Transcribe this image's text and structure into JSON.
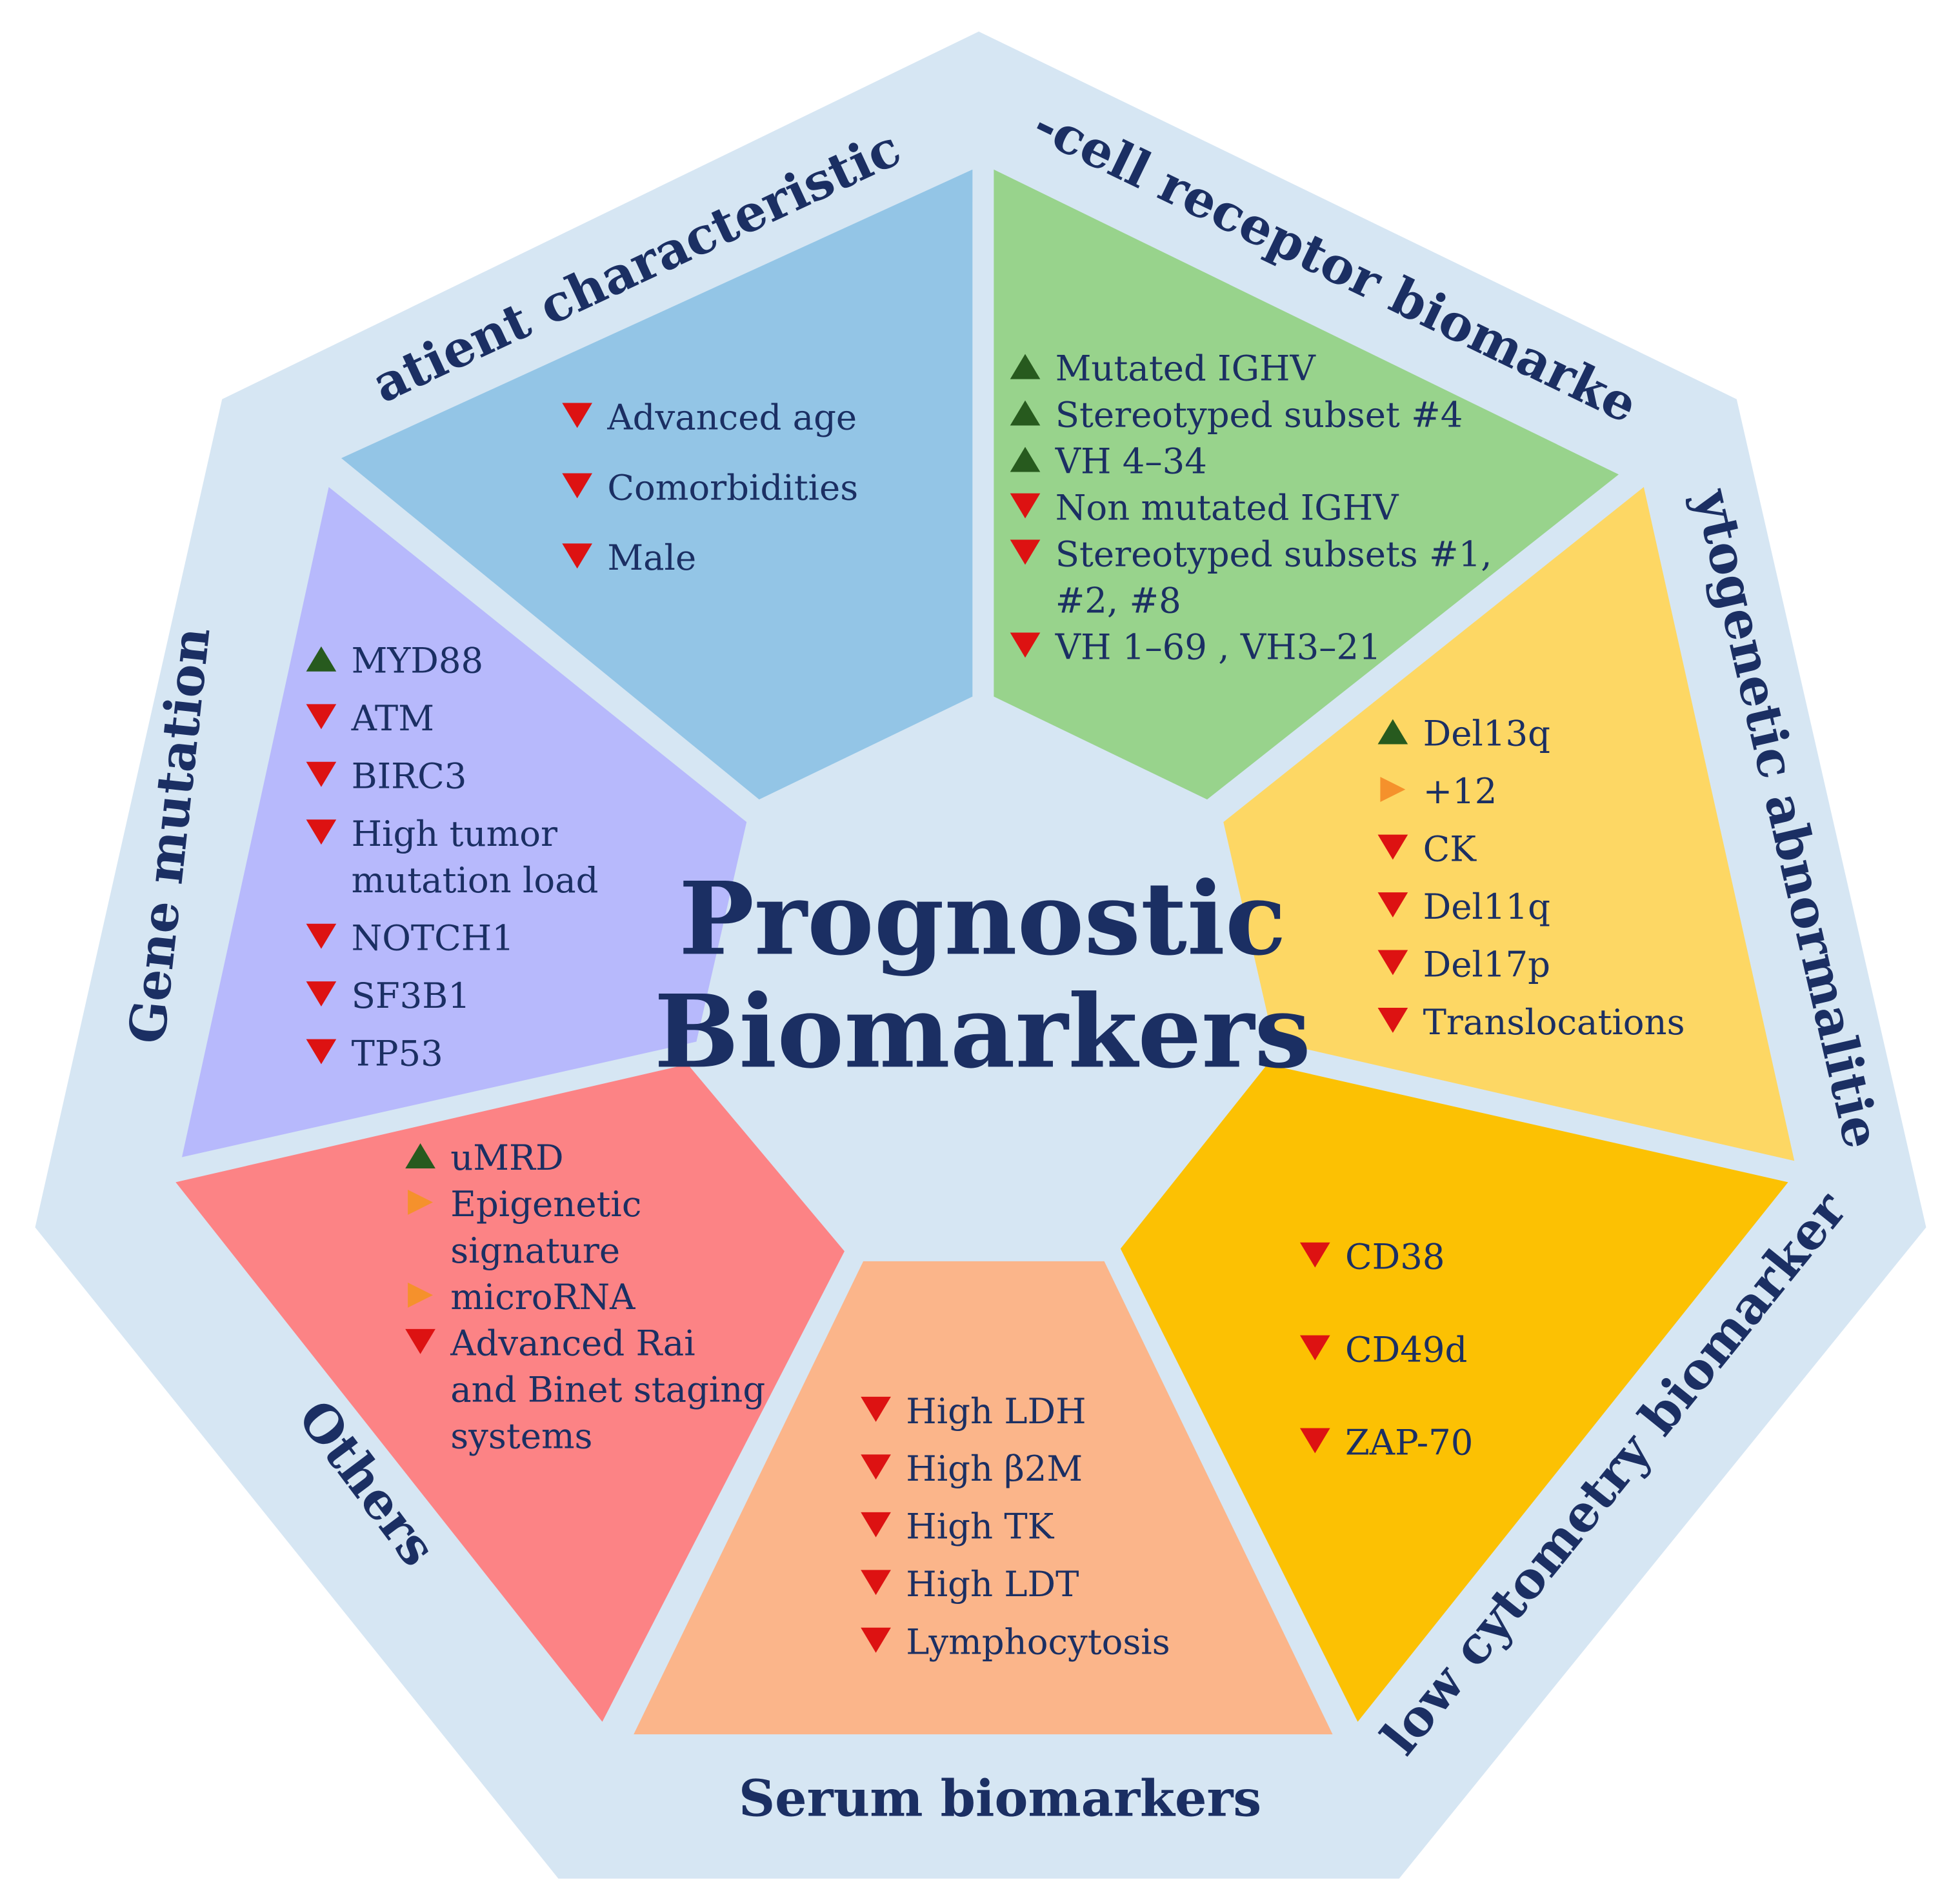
{
  "colors": {
    "outer_fill": "#d6e6f3",
    "text": "#1b2f63",
    "up": "#275a1e",
    "down": "#dd1212",
    "neutral": "#f5912c"
  },
  "center": {
    "line1": "Prognostic",
    "line2": "Biomarkers"
  },
  "categories": {
    "patient": {
      "title": "Patient characteristics",
      "color": "#93c5e6",
      "items": [
        {
          "dir": "down",
          "text": "Advanced age"
        },
        {
          "dir": "down",
          "text": "Comorbidities"
        },
        {
          "dir": "down",
          "text": "Male"
        }
      ]
    },
    "bcell": {
      "title": "B-cell receptor biomarkers",
      "color": "#98d38c",
      "items": [
        {
          "dir": "up",
          "text": "Mutated IGHV"
        },
        {
          "dir": "up",
          "text": "Stereotyped subset #4"
        },
        {
          "dir": "up",
          "text": "VH 4–34"
        },
        {
          "dir": "down",
          "text": "Non mutated IGHV"
        },
        {
          "dir": "down",
          "text": "Stereotyped subsets #1,",
          "cont": "#2, #8"
        },
        {
          "dir": "down",
          "text": "VH 1–69 , VH3–21"
        }
      ]
    },
    "cyto": {
      "title": "Cytogenetic abnormalities",
      "color": "#fdd764",
      "items": [
        {
          "dir": "up",
          "text": "Del13q"
        },
        {
          "dir": "neutral",
          "text": "+12"
        },
        {
          "dir": "down",
          "text": "CK"
        },
        {
          "dir": "down",
          "text": "Del11q"
        },
        {
          "dir": "down",
          "text": "Del17p"
        },
        {
          "dir": "down",
          "text": "Translocations"
        }
      ]
    },
    "flow": {
      "title": "Flow cytometry biomarkers",
      "color": "#fcc103",
      "items": [
        {
          "dir": "down",
          "text": "CD38"
        },
        {
          "dir": "down",
          "text": "CD49d"
        },
        {
          "dir": "down",
          "text": "ZAP-70"
        }
      ]
    },
    "serum": {
      "title": "Serum biomarkers",
      "color": "#fbb58a",
      "items": [
        {
          "dir": "down",
          "text": "High LDH"
        },
        {
          "dir": "down",
          "text": "High β2M"
        },
        {
          "dir": "down",
          "text": "High TK"
        },
        {
          "dir": "down",
          "text": "High LDT"
        },
        {
          "dir": "down",
          "text": "Lymphocytosis"
        }
      ]
    },
    "others": {
      "title": "Others",
      "color": "#fc8385",
      "items": [
        {
          "dir": "up",
          "text": "uMRD"
        },
        {
          "dir": "neutral",
          "text": "Epigenetic",
          "cont": "signature"
        },
        {
          "dir": "neutral",
          "text": "microRNA"
        },
        {
          "dir": "down",
          "text": "Advanced Rai",
          "cont": "and Binet staging",
          "cont2": "systems"
        }
      ]
    },
    "gene": {
      "title": "Gene mutations",
      "color": "#b7b9fc",
      "items": [
        {
          "dir": "up",
          "text": "MYD88"
        },
        {
          "dir": "down",
          "text": "ATM"
        },
        {
          "dir": "down",
          "text": "BIRC3"
        },
        {
          "dir": "down",
          "text": "High tumor",
          "cont": "mutation load"
        },
        {
          "dir": "down",
          "text": "NOTCH1"
        },
        {
          "dir": "down",
          "text": "SF3B1"
        },
        {
          "dir": "down",
          "text": "TP53"
        }
      ]
    }
  }
}
